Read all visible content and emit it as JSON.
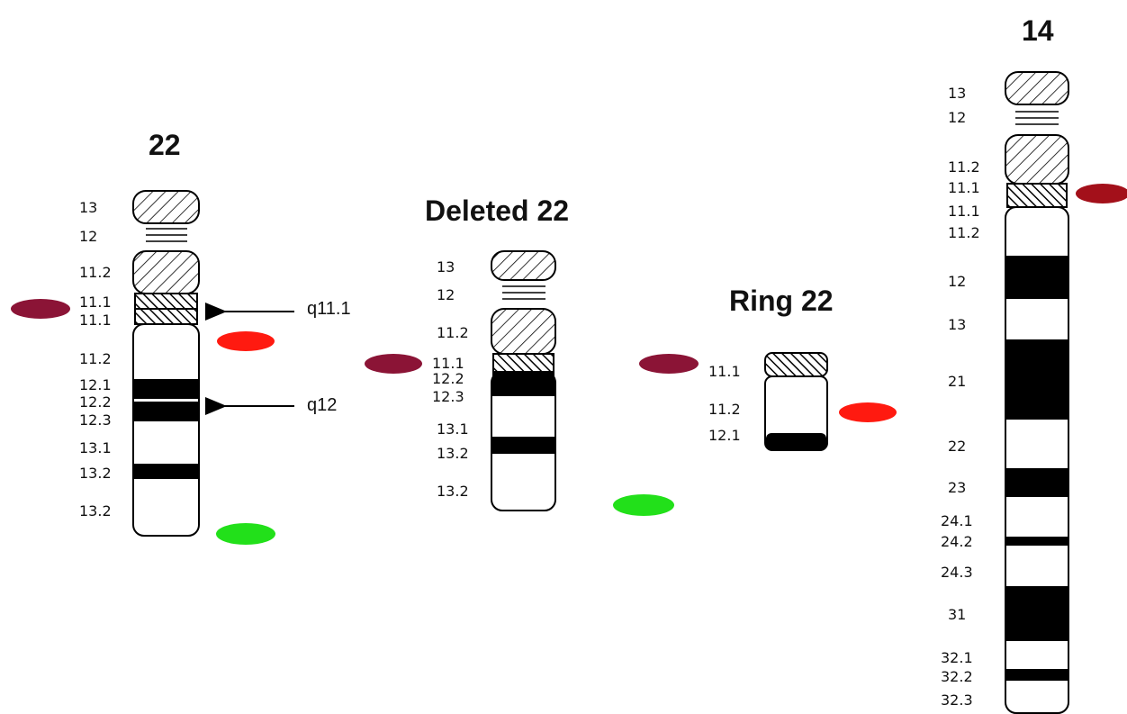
{
  "colors": {
    "probe_dark_red": "#8b1436",
    "probe_red": "#ff1a10",
    "probe_green": "#22e01a",
    "band_black": "#000000"
  },
  "chromosome_22": {
    "title": "22",
    "labels": [
      "13",
      "12",
      "11.2",
      "11.1",
      "11.1",
      "11.2",
      "12.1",
      "12.2",
      "12.3",
      "13.1",
      "13.2",
      "13.2"
    ],
    "arrows": [
      "q11.1",
      "q12"
    ]
  },
  "deleted_22": {
    "title": "Deleted 22",
    "labels": [
      "13",
      "12",
      "11.2",
      "11.1",
      "12.2",
      "12.3",
      "13.1",
      "13.2",
      "13.2"
    ]
  },
  "ring_22": {
    "title": "Ring 22",
    "labels": [
      "11.1",
      "11.2",
      "12.1"
    ]
  },
  "chromosome_14": {
    "title": "14",
    "labels": [
      "13",
      "12",
      "11.2",
      "11.1",
      "11.1",
      "11.2",
      "12",
      "13",
      "21",
      "22",
      "23",
      "24.1",
      "24.2",
      "24.3",
      "31",
      "32.1",
      "32.2",
      "32.3"
    ]
  }
}
